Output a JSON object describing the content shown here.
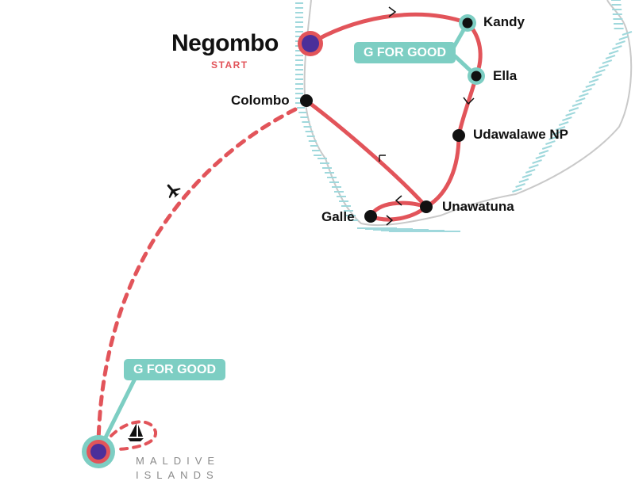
{
  "map": {
    "colors": {
      "route": "#e2545a",
      "highlight": "#7dcec3",
      "start_fill": "#4b2f9a",
      "stop": "#111111",
      "coast": "#c9c9c9",
      "sea_hatch": "#9fd8dc"
    },
    "start": {
      "name": "Negombo",
      "label": "START"
    },
    "stops": [
      {
        "name": "Kandy"
      },
      {
        "name": "Ella"
      },
      {
        "name": "Udawalawe NP"
      },
      {
        "name": "Unawatuna"
      },
      {
        "name": "Galle"
      },
      {
        "name": "Colombo"
      }
    ],
    "badges": [
      {
        "text": "G FOR GOOD"
      },
      {
        "text": "G FOR GOOD"
      }
    ],
    "end": {
      "line1": "MALDIVE",
      "line2": "ISLANDS"
    },
    "icons": [
      "plane-icon",
      "sailboat-icon"
    ]
  }
}
